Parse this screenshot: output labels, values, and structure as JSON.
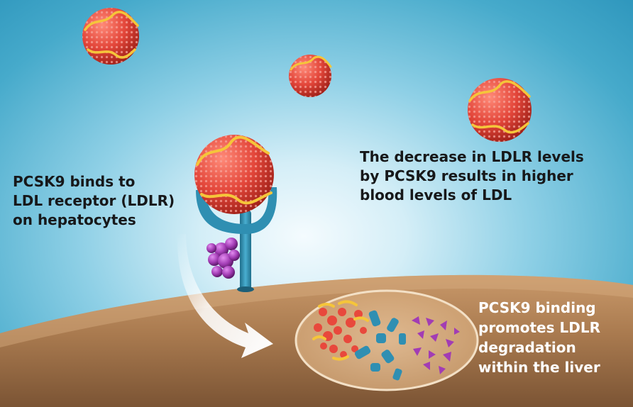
{
  "labels": {
    "binds": "PCSK9 binds to\nLDL receptor (LDLR)\non hepatocytes",
    "decrease": "The decrease in LDLR levels\nby PCSK9 results in higher\nblood levels of LDL",
    "degradation": "PCSK9 binding\npromotes LDLR\ndegradation\nwithin the liver"
  },
  "colors": {
    "ldl_particle": "#e8483c",
    "apob_strand": "#f5c53a",
    "ldlr_receptor": "#2f8fb2",
    "pcsk9": "#a23cb4",
    "liver_surface": "#b9895c",
    "background_sky": "#46aacb"
  }
}
